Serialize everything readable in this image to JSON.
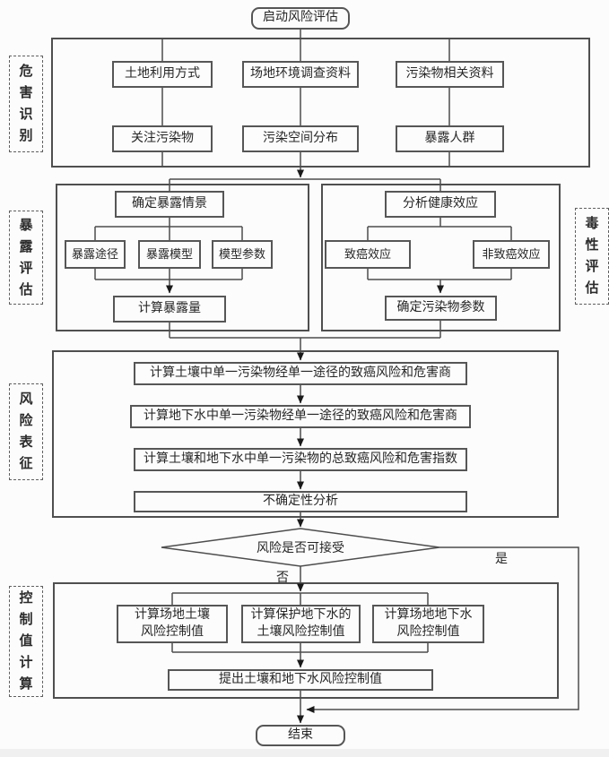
{
  "flowchart": {
    "title_node": "启动风险评估",
    "end_node": "结束",
    "decision": {
      "question": "风险是否可接受",
      "yes_label": "是",
      "no_label": "否"
    },
    "hazard": {
      "side_label": "危害识别",
      "row1": [
        "土地利用方式",
        "场地环境调查资料",
        "污染物相关资料"
      ],
      "row2": [
        "关注污染物",
        "污染空间分布",
        "暴露人群"
      ]
    },
    "exposure": {
      "side_label": "暴露评估",
      "header": "确定暴露情景",
      "items": [
        "暴露途径",
        "暴露模型",
        "模型参数"
      ],
      "result": "计算暴露量"
    },
    "toxicity": {
      "side_label": "毒性评估",
      "header": "分析健康效应",
      "items": [
        "致癌效应",
        "非致癌效应"
      ],
      "result": "确定污染物参数"
    },
    "risk": {
      "side_label": "风险表征",
      "steps": [
        "计算土壤中单一污染物经单一途径的致癌风险和危害商",
        "计算地下水中单一污染物经单一途径的致癌风险和危害商",
        "计算土壤和地下水中单一污染物的总致癌风险和危害指数",
        "不确定性分析"
      ]
    },
    "control": {
      "side_label": "控制值计算",
      "items": [
        "计算场地土壤\n风险控制值",
        "计算保护地下水的\n土壤风险控制值",
        "计算场地地下水\n风险控制值"
      ],
      "result": "提出土壤和地下水风险控制值"
    },
    "colors": {
      "line": "#4d4d4d",
      "arrow": "#1a1a1a",
      "text": "#262626",
      "background": "#fcfcfc"
    }
  }
}
